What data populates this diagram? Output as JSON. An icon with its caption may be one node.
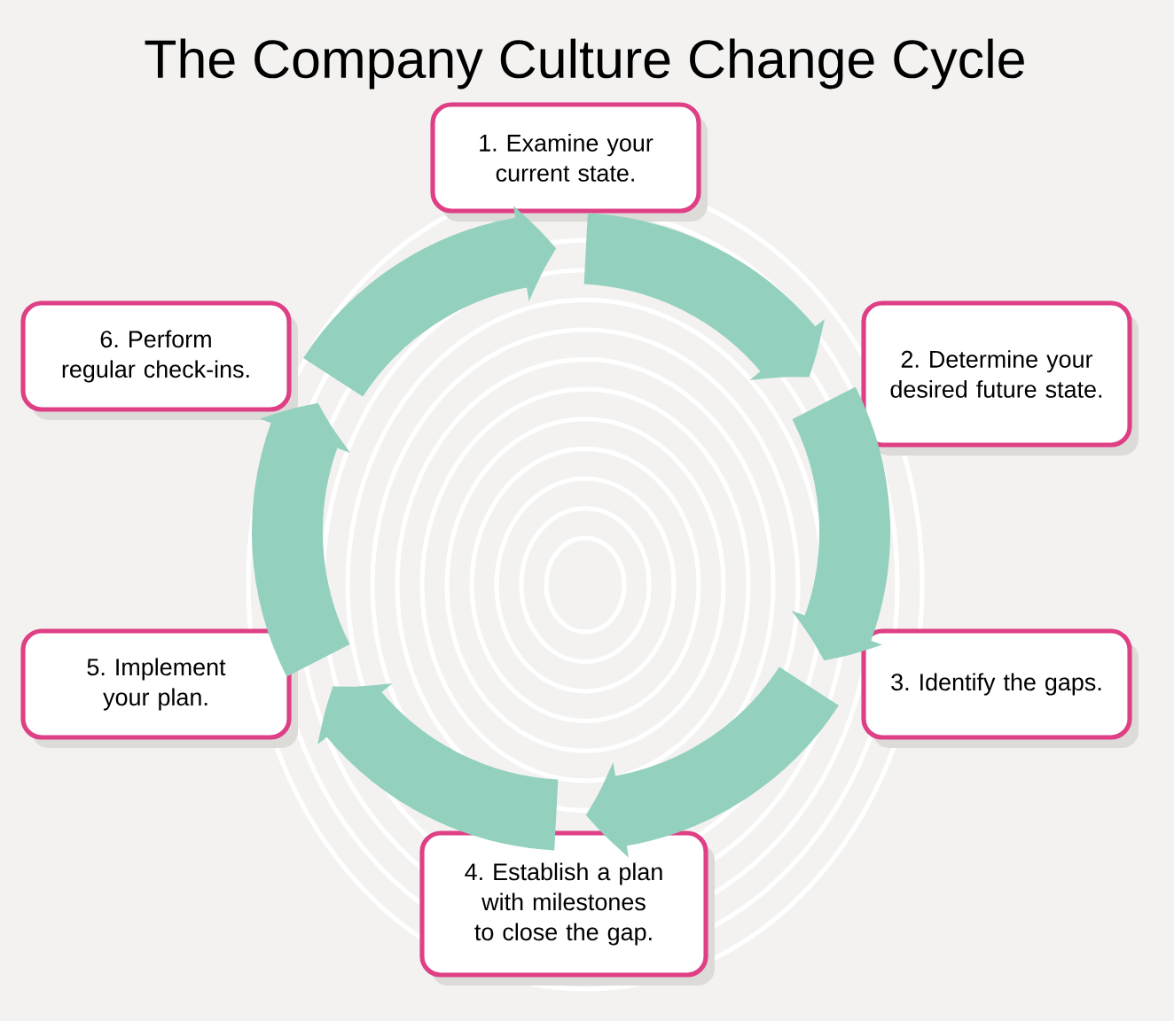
{
  "diagram": {
    "title": "The Company Culture Change Cycle",
    "nodes": [
      {
        "text": [
          "1. Examine your current state."
        ]
      },
      {
        "text": [
          "2. Determine your desired future state."
        ]
      },
      {
        "text": [
          "3. Identify the gaps."
        ]
      },
      {
        "text": [
          "4. Establish a plan with milestones to close the gap."
        ]
      },
      {
        "text": [
          "5. Implement your plan."
        ]
      },
      {
        "text": [
          "6. Perform regular check-ins."
        ]
      }
    ],
    "edges": [
      {
        "from": 0,
        "to": 1,
        "arrow": "to"
      },
      {
        "from": 1,
        "to": 2,
        "arrow": "to"
      },
      {
        "from": 2,
        "to": 3,
        "arrow": "to"
      },
      {
        "from": 3,
        "to": 4,
        "arrow": "to"
      },
      {
        "from": 4,
        "to": 5,
        "arrow": "to"
      },
      {
        "from": 5,
        "to": 0,
        "arrow": "to"
      }
    ]
  }
}
